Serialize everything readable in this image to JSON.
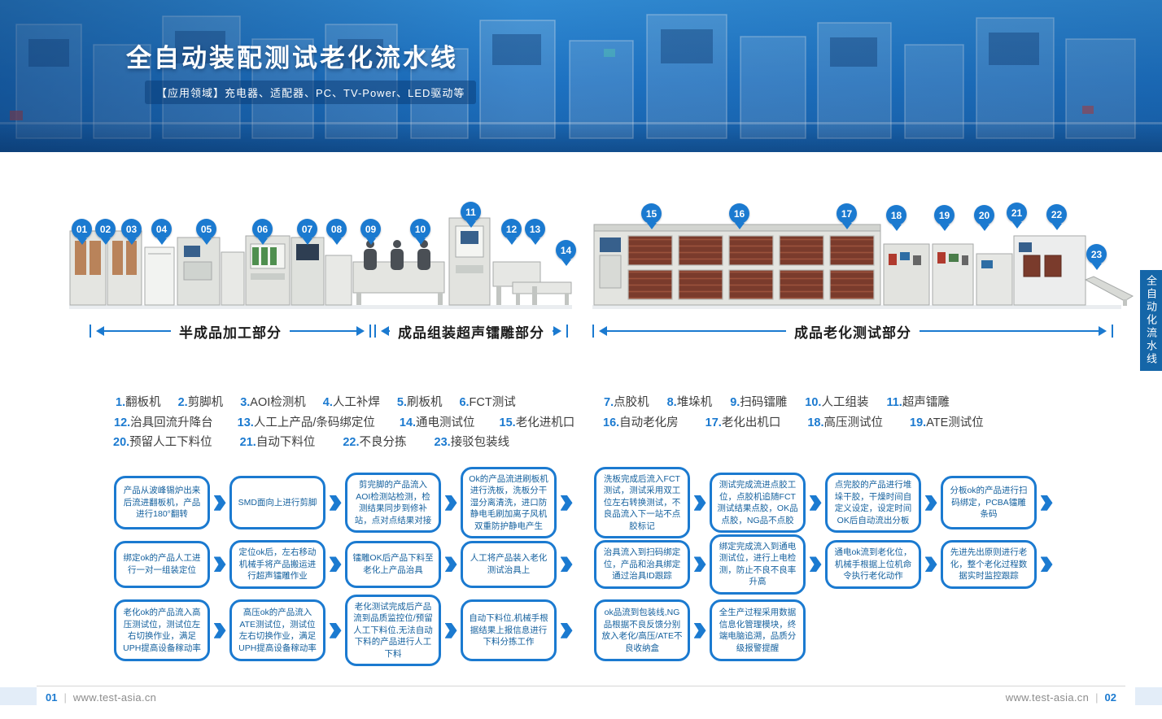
{
  "banner": {
    "title": "全自动装配测试老化流水线",
    "subtitle": "【应用领域】充电器、适配器、PC、TV-Power、LED驱动等"
  },
  "colors": {
    "primary_blue": "#1b7ad0",
    "tab_blue": "#1566a8",
    "rack_red": "#7a3b2c"
  },
  "pins": [
    "01",
    "02",
    "03",
    "04",
    "05",
    "06",
    "07",
    "08",
    "09",
    "10",
    "11",
    "12",
    "13",
    "14",
    "15",
    "16",
    "17",
    "18",
    "19",
    "20",
    "21",
    "22",
    "23"
  ],
  "sections": [
    {
      "label": "半成品加工部分"
    },
    {
      "label": "成品组装超声镭雕部分"
    },
    {
      "label": "成品老化测试部分"
    }
  ],
  "legend": {
    "row1_left": [
      {
        "n": "1.",
        "t": "翻板机"
      },
      {
        "n": "2.",
        "t": "剪脚机"
      },
      {
        "n": "3.",
        "t": "AOI检测机"
      },
      {
        "n": "4.",
        "t": "人工补焊"
      },
      {
        "n": "5.",
        "t": "刷板机"
      },
      {
        "n": "6.",
        "t": "FCT测试"
      }
    ],
    "row1_right": [
      {
        "n": "7.",
        "t": "点胶机"
      },
      {
        "n": "8.",
        "t": "堆垛机"
      },
      {
        "n": "9.",
        "t": "扫码镭雕"
      },
      {
        "n": "10.",
        "t": "人工组装"
      },
      {
        "n": "11.",
        "t": "超声镭雕"
      }
    ],
    "row2_left": [
      {
        "n": "12.",
        "t": "治具回流升降台"
      },
      {
        "n": "13.",
        "t": "人工上产品/条码绑定位"
      },
      {
        "n": "14.",
        "t": "通电测试位"
      },
      {
        "n": "15.",
        "t": "老化进机口"
      }
    ],
    "row2_right": [
      {
        "n": "16.",
        "t": "自动老化房"
      },
      {
        "n": "17.",
        "t": "老化出机口"
      },
      {
        "n": "18.",
        "t": "高压测试位"
      },
      {
        "n": "19.",
        "t": "ATE测试位"
      }
    ],
    "row3_left": [
      {
        "n": "20.",
        "t": "预留人工下料位"
      },
      {
        "n": "21.",
        "t": "自动下料位"
      },
      {
        "n": "22.",
        "t": "不良分拣"
      },
      {
        "n": "23.",
        "t": "接驳包装线"
      }
    ]
  },
  "flow": {
    "r1": [
      "产品从波峰锡炉出来后流进翻板机，产品进行180°翻转",
      "SMD面向上进行剪脚",
      "剪完脚的产品流入AOI检测站检测，检测结果同步到修补站，点对点结果对接",
      "Ok的产品流进刷板机进行洗板，洗板分干湿分离清洗，进口防静电毛刷加离子风机双重防护静电产生",
      "洗板完成后流入FCT测试，测试采用双工位左右转换测试，不良品流入下一站不点胶标记",
      "测试完成流进点胶工位，点胶机追随FCT测试结果点胶，OK品点胶，NG品不点胶",
      "点完胶的产品进行堆垛干胶，干燥时间自定义设定，设定时间OK后自动流出分板",
      "分板ok的产品进行扫码绑定，PCBA镭雕条码"
    ],
    "r2": [
      "绑定ok的产品人工进行一对一组装定位",
      "定位ok后，左右移动机械手将产品搬运进行超声镭雕作业",
      "镭雕OK后产品下料至老化上产品治具",
      "人工将产品装入老化测试治具上",
      "治具流入到扫码绑定位，产品和治具绑定通过治具ID跟踪",
      "绑定完成流入到通电测试位，进行上电检测，防止不良不良率升高",
      "通电ok流到老化位，机械手根据上位机命令执行老化动作",
      "先进先出原则进行老化，整个老化过程数据实时监控跟踪"
    ],
    "r3": [
      "老化ok的产品流入高压测试位，测试位左右切换作业，满足UPH提高设备稼动率",
      "高压ok的产品流入ATE测试位，测试位左右切换作业，满足UPH提高设备稼动率",
      "老化测试完成后产品流到品质监控位/预留人工下料位,无法自动下料的产品进行人工下料",
      "自动下料位,机械手根据结果上报信息进行下料分拣工作",
      "ok品流到包装线,NG品根据不良反馈分别放入老化/高压/ATE不良收纳盒",
      "全生产过程采用数据信息化管理模块，终端电脑追溯，品质分级报警提醒"
    ]
  },
  "side_tab": "全自动化流水线",
  "footer": {
    "left_page": "01",
    "left_url": "www.test-asia.cn",
    "right_url": "www.test-asia.cn",
    "right_page": "02",
    "separator": "|"
  }
}
